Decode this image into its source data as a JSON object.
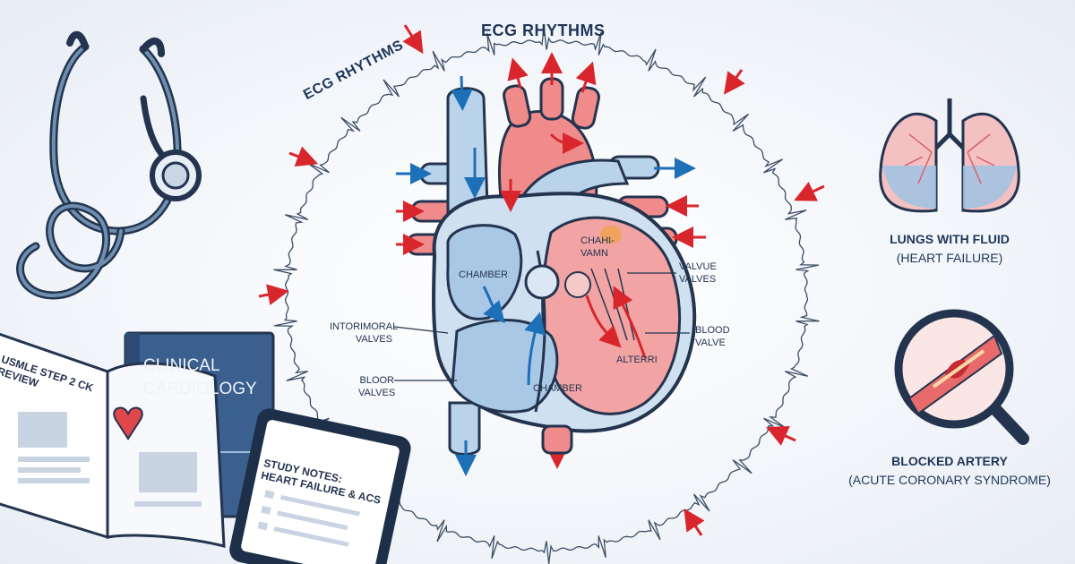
{
  "header": {
    "ecg_top": "ECG RHYTHMS",
    "ecg_left": "ECG RHYTHMS"
  },
  "heart_labels": {
    "chamber_left": "CHAMBER",
    "chamber_right_top": "CHAHI-\nVAMN",
    "intorimoral": "INTORIMORAL\nVALVES",
    "bloor": "BLOOR\nVALVES",
    "chamber_bottom": "CHAMBER",
    "alterri": "ALTERRI",
    "valvue": "VALVUE\nVALVES",
    "blood": "BLOOD\nVALVE"
  },
  "books": {
    "usmle": "USMLE STEP 2 CK\nREVIEW",
    "cardiology": "CLINICAL\nCARDIOLOGY",
    "notes": "STUDY NOTES:\nHEART FAILURE & ACS"
  },
  "side": {
    "lungs_title": "LUNGS WITH FLUID",
    "lungs_sub": "(HEART FAILURE)",
    "artery_title": "BLOCKED ARTERY",
    "artery_sub": "(ACUTE CORONARY SYNDROME)"
  },
  "icons": [
    "stethoscope-icon",
    "lungs-icon",
    "magnifier-icon",
    "heart-icon",
    "tablet-icon",
    "book-icon"
  ],
  "colors": {
    "navy": "#24344f",
    "blue_vessel": "#b9d3ea",
    "red_vessel": "#f08b8b",
    "arrow_red": "#d8262c",
    "arrow_blue": "#1d6fb8"
  }
}
